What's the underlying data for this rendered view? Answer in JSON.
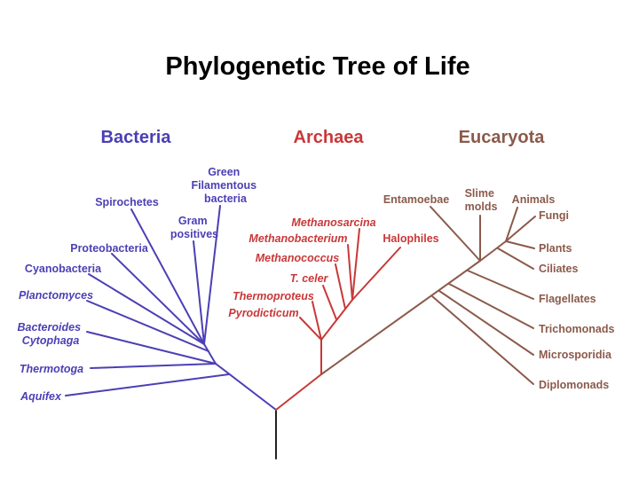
{
  "title": "Phylogenetic Tree of Life",
  "colors": {
    "bacteria": "#4b3fb5",
    "archaea": "#c93838",
    "eucaryota": "#8b5a4a",
    "root": "#222222"
  },
  "domains": {
    "bacteria": "Bacteria",
    "archaea": "Archaea",
    "eucaryota": "Eucaryota"
  },
  "taxa": {
    "green_filamentous": [
      "Green",
      "Filamentous",
      "bacteria"
    ],
    "spirochetes": "Spirochetes",
    "gram_positives": [
      "Gram",
      "positives"
    ],
    "proteobacteria": "Proteobacteria",
    "cyanobacteria": "Cyanobacteria",
    "planctomyces": "Planctomyces",
    "bacteroides": [
      "Bacteroides",
      "Cytophaga"
    ],
    "thermotoga": "Thermotoga",
    "aquifex": "Aquifex",
    "methanosarcina": "Methanosarcina",
    "methanobacterium": "Methanobacterium",
    "halophiles": "Halophiles",
    "methanococcus": "Methanococcus",
    "t_celer": "T. celer",
    "thermoproteus": "Thermoproteus",
    "pyrodicticum": "Pyrodicticum",
    "entamoebae": "Entamoebae",
    "slime_molds": [
      "Slime",
      "molds"
    ],
    "animals": "Animals",
    "fungi": "Fungi",
    "plants": "Plants",
    "ciliates": "Ciliates",
    "flagellates": "Flagellates",
    "trichomonads": "Trichomonads",
    "microsporidia": "Microsporidia",
    "diplomonads": "Diplomonads"
  }
}
